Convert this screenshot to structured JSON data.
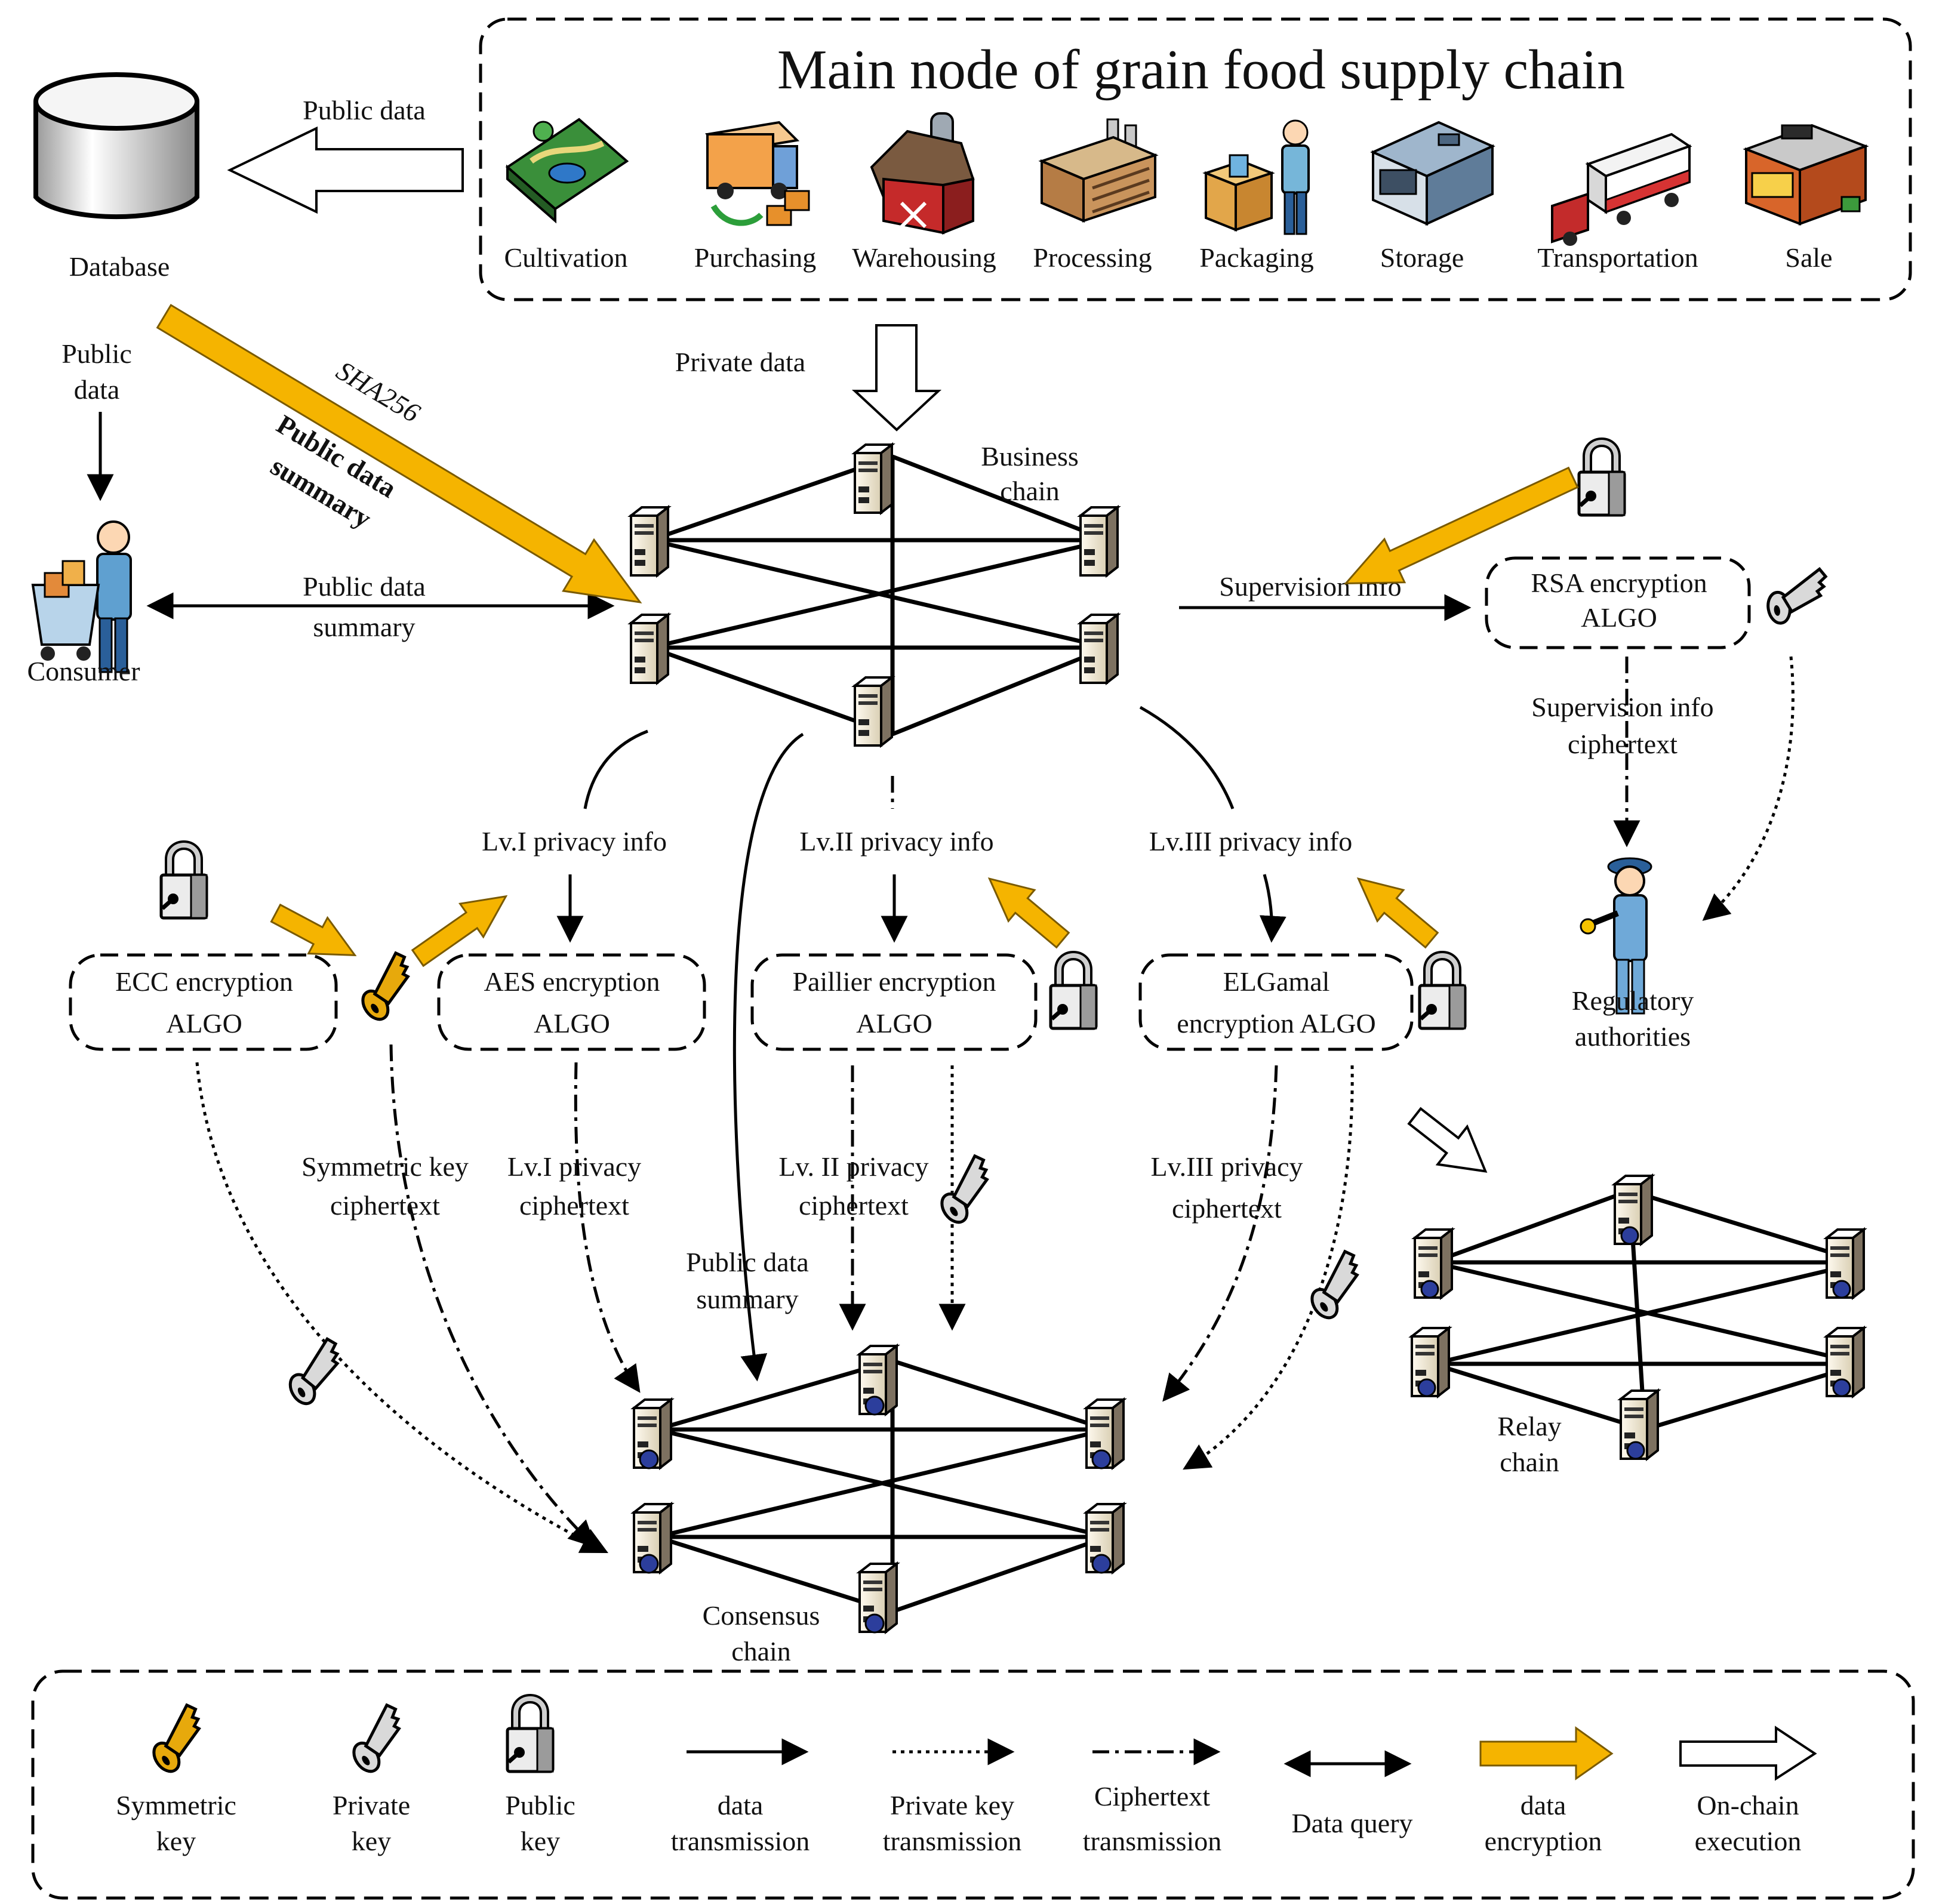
{
  "title": "Main node of grain food supply chain",
  "stages": [
    "Cultivation",
    "Purchasing",
    "Warehousing",
    "Processing",
    "Packaging",
    "Storage",
    "Transportation",
    "Sale"
  ],
  "database": "Database",
  "consumer": "Consumer",
  "labels": {
    "public_data_top": "Public data",
    "public_data_left_1": "Public",
    "public_data_left_2": "data",
    "sha": "SHA256",
    "pds_diag_1": "Public data",
    "pds_diag_2": "summary",
    "query_1": "Public data",
    "query_2": "summary",
    "private_data": "Private data",
    "business_1": "Business",
    "business_2": "chain",
    "supervision": "Supervision info",
    "rsa_1": "RSA encryption",
    "rsa_2": "ALGO",
    "sup_cipher_1": "Supervision info",
    "sup_cipher_2": "ciphertext",
    "regulatory_1": "Regulatory",
    "regulatory_2": "authorities",
    "lv1": "Lv.I  privacy info",
    "lv2": "Lv.II  privacy info",
    "lv3": "Lv.III privacy info",
    "ecc_1": "ECC encryption",
    "ecc_2": "ALGO",
    "aes_1": "AES encryption",
    "aes_2": "ALGO",
    "paillier_1": "Paillier encryption",
    "paillier_2": "ALGO",
    "elgamal_1": "ELGamal",
    "elgamal_2": "encryption ALGO",
    "symkey_c_1": "Symmetric key",
    "symkey_c_2": "ciphertext",
    "lv1c_1": "Lv.I  privacy",
    "lv1c_2": "ciphertext",
    "lv2c_1": "Lv. II privacy",
    "lv2c_2": "ciphertext",
    "lv3c_1": "Lv.III  privacy",
    "lv3c_2": "ciphertext",
    "pds_mid_1": "Public data",
    "pds_mid_2": "summary",
    "consensus_1": "Consensus",
    "consensus_2": "chain",
    "relay_1": "Relay",
    "relay_2": "chain"
  },
  "legend": [
    {
      "l1": "Symmetric",
      "l2": "key"
    },
    {
      "l1": "Private",
      "l2": "key"
    },
    {
      "l1": "Public",
      "l2": "key"
    },
    {
      "l1": "data",
      "l2": "transmission"
    },
    {
      "l1": "Private key",
      "l2": "transmission"
    },
    {
      "l1": "Ciphertext",
      "l2": "transmission"
    },
    {
      "l1": "Data query",
      "l2": ""
    },
    {
      "l1": "data",
      "l2": "encryption"
    },
    {
      "l1": "On-chain",
      "l2": "execution"
    }
  ],
  "colors": {
    "accent": "#F5B400",
    "gold_key": "#E7A90C",
    "line": "#000000"
  }
}
